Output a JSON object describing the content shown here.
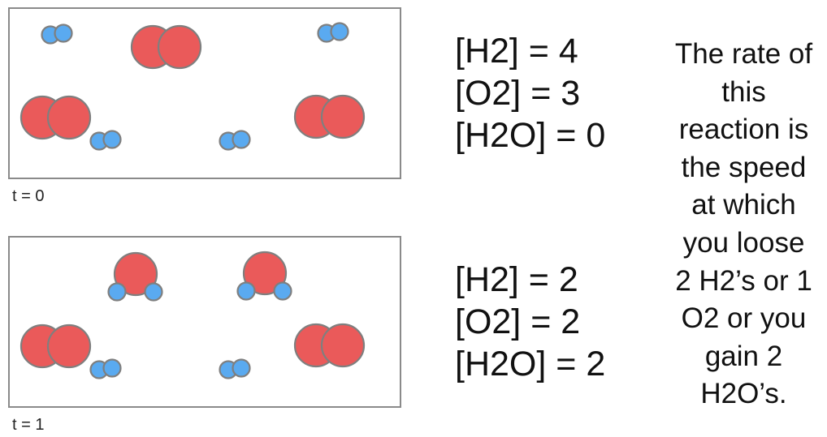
{
  "colors": {
    "oxygen": "#ea5a5a",
    "hydrogen": "#5aaaf0",
    "outline": "#7f7f7f",
    "border": "#8a8a8a"
  },
  "snapshots": [
    {
      "time_label": "t = 0",
      "concentrations": [
        "[H2] = 4",
        "[O2] = 3",
        "[H2O] = 0"
      ],
      "molecules": [
        {
          "kind": "H2"
        },
        {
          "kind": "O2"
        },
        {
          "kind": "H2"
        },
        {
          "kind": "O2"
        },
        {
          "kind": "H2"
        },
        {
          "kind": "H2"
        },
        {
          "kind": "O2"
        }
      ]
    },
    {
      "time_label": "t = 1",
      "concentrations": [
        "[H2] = 2",
        "[O2] = 2",
        "[H2O] = 2"
      ],
      "molecules": [
        {
          "kind": "H2O"
        },
        {
          "kind": "H2O"
        },
        {
          "kind": "O2"
        },
        {
          "kind": "H2"
        },
        {
          "kind": "H2"
        },
        {
          "kind": "O2"
        }
      ]
    }
  ],
  "explanation_lines": [
    "The rate of",
    "this",
    "reaction is",
    "the speed",
    "at which",
    "you loose",
    "2 H2’s or 1",
    "O2 or you",
    "gain 2",
    "H2O’s."
  ]
}
